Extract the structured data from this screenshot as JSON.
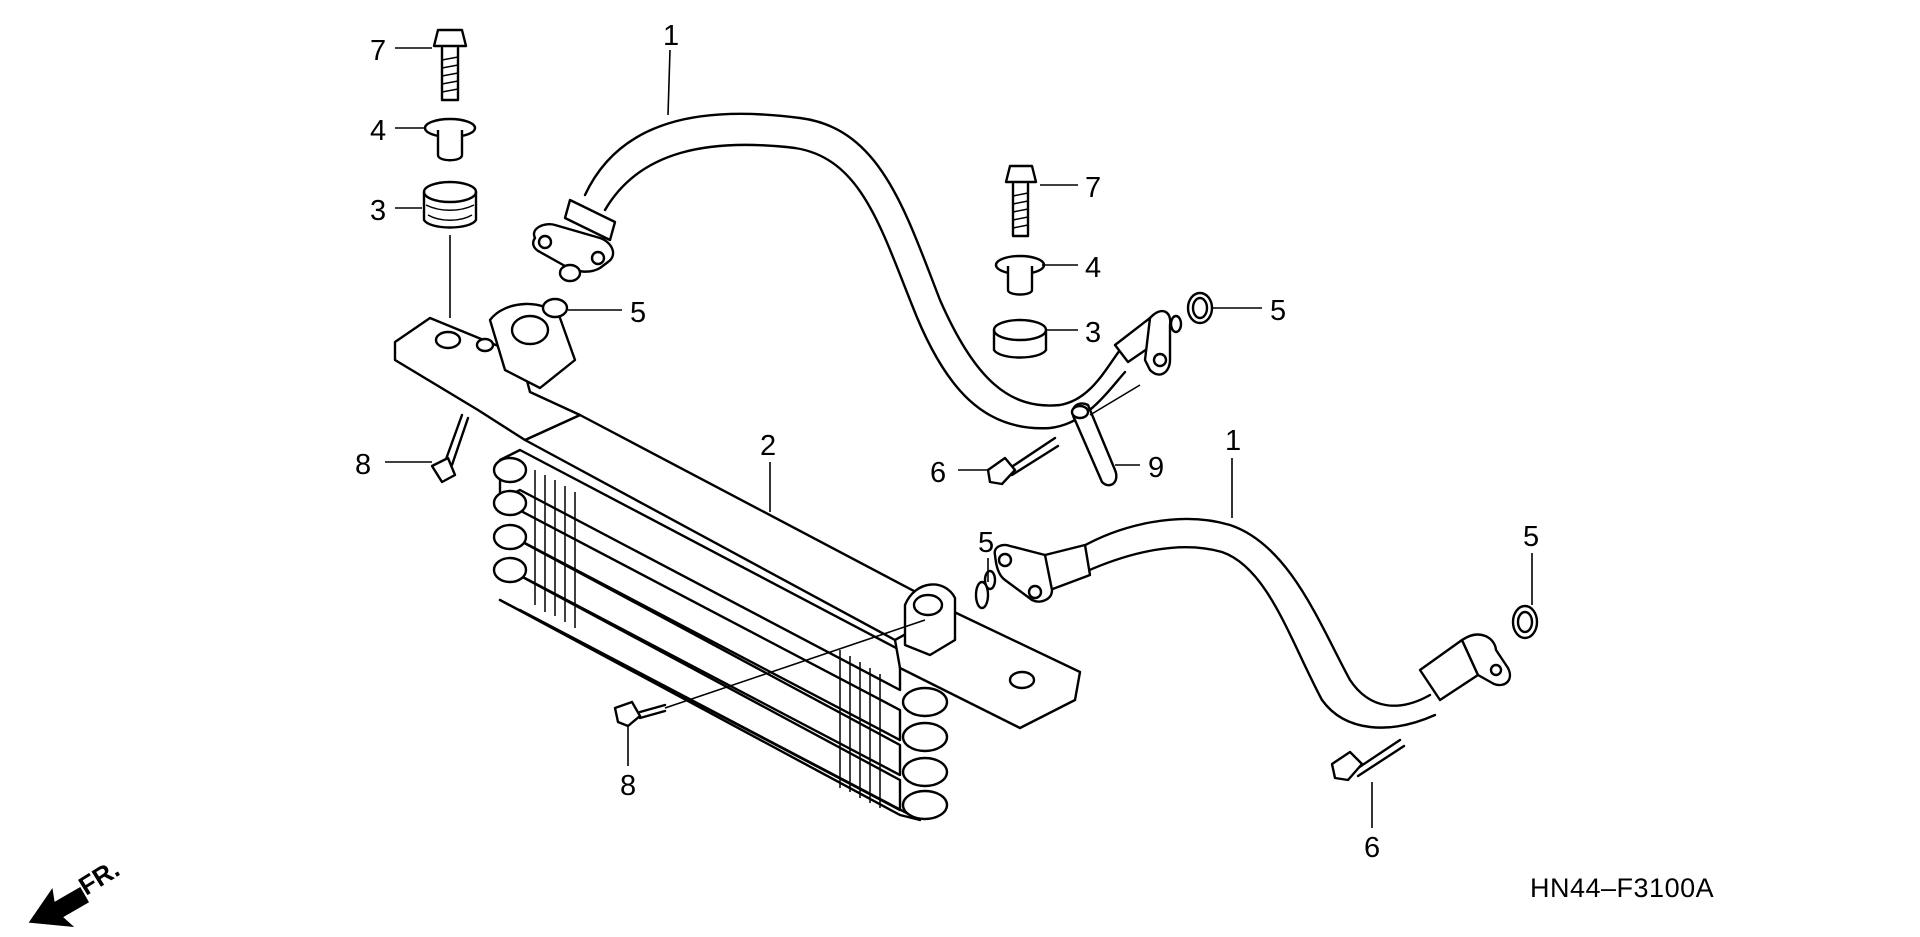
{
  "diagram": {
    "code": "HN44–F3100A",
    "direction_label": "FR.",
    "callouts": {
      "c1a": "1",
      "c1b": "1",
      "c2": "2",
      "c3a": "3",
      "c3b": "3",
      "c4a": "4",
      "c4b": "4",
      "c5a": "5",
      "c5b": "5",
      "c5c": "5",
      "c5d": "5",
      "c6a": "6",
      "c6b": "6",
      "c7a": "7",
      "c7b": "7",
      "c8a": "8",
      "c8b": "8",
      "c9": "9"
    }
  }
}
